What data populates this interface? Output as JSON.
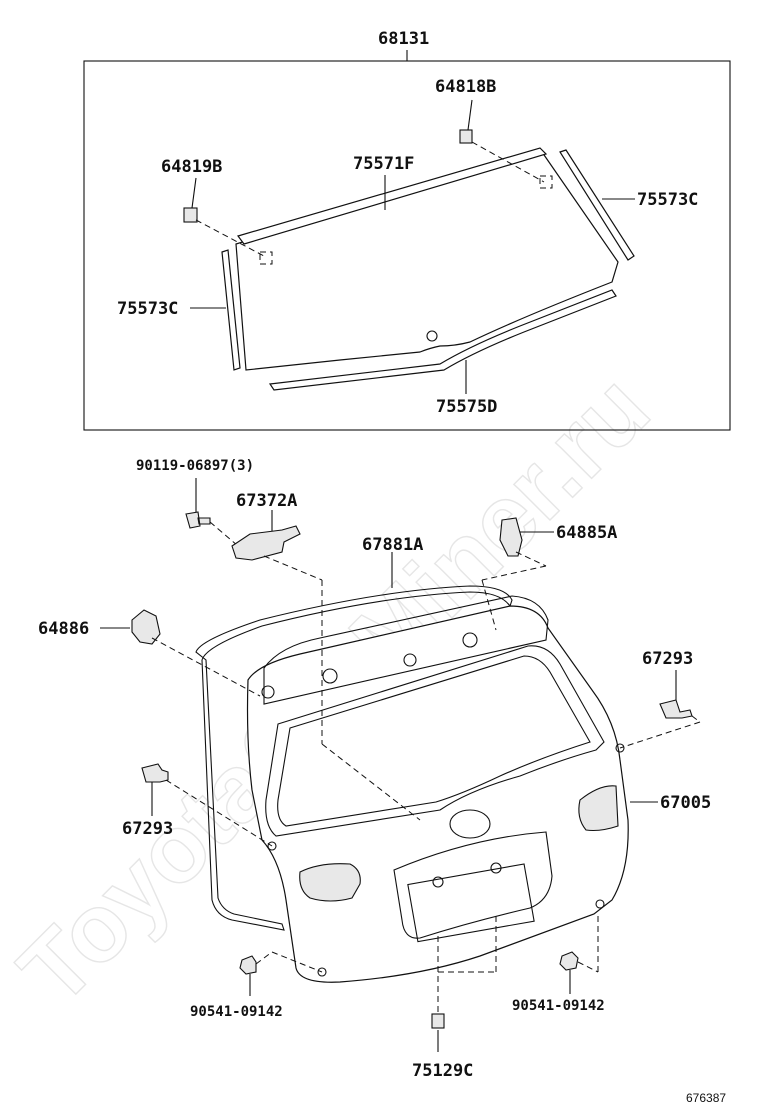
{
  "watermark": "ToyotaCarMiner.ru",
  "footer_code": "676387",
  "labels": {
    "top_group": "68131",
    "p64818b": "64818B",
    "p64819b": "64819B",
    "p75571f": "75571F",
    "p75573c_right": "75573C",
    "p75573c_left": "75573C",
    "p75575d": "75575D",
    "p90119": "90119-06897(3)",
    "p67372a": "67372A",
    "p67881a": "67881A",
    "p64885a": "64885A",
    "p64886": "64886",
    "p67293_right": "67293",
    "p67293_left": "67293",
    "p67005": "67005",
    "p90541_left": "90541-09142",
    "p90541_right": "90541-09142",
    "p75129c": "75129C"
  }
}
